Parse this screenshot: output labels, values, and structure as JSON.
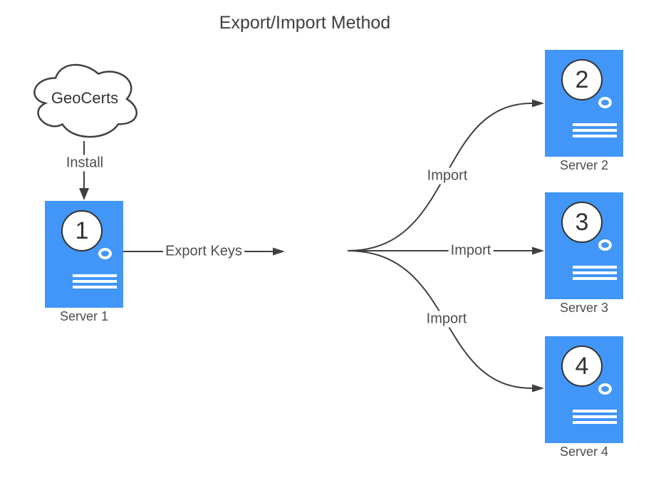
{
  "title": "Export/Import Method",
  "cloud": {
    "label": "GeoCerts"
  },
  "servers": [
    {
      "number": "1",
      "label": "Server 1"
    },
    {
      "number": "2",
      "label": "Server 2"
    },
    {
      "number": "3",
      "label": "Server 3"
    },
    {
      "number": "4",
      "label": "Server 4"
    }
  ],
  "edges": {
    "install": "Install",
    "export_keys": "Export Keys",
    "import_top": "Import",
    "import_middle": "Import",
    "import_bottom": "Import"
  },
  "colors": {
    "server_fill": "#4296F7",
    "line": "#404040",
    "label": "#4D4D4D",
    "title": "#3F3F3F"
  }
}
